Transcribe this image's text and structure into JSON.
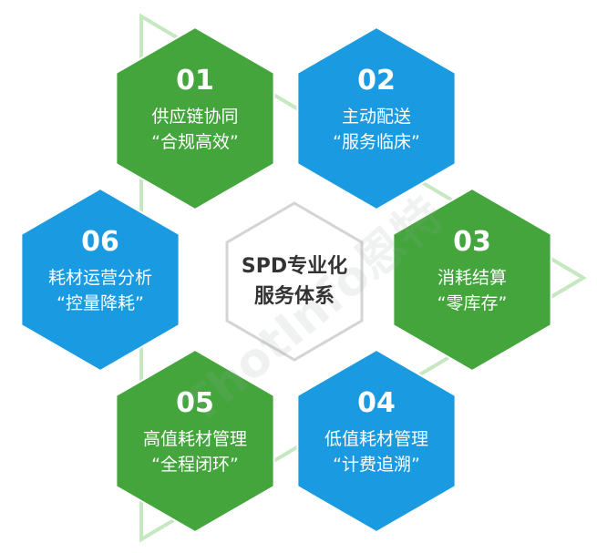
{
  "center": {
    "line1": "SPD专业化",
    "line2": "服务体系"
  },
  "watermark": "ThotInfo恩特",
  "colors": {
    "green": "#43a53c",
    "blue": "#1a9ae0",
    "triangle": "#c5e8c0",
    "center_stroke": "#d4d4d4"
  },
  "items": [
    {
      "num": "01",
      "line1": "供应链协同",
      "line2": "“合规高效”",
      "color": "green"
    },
    {
      "num": "02",
      "line1": "主动配送",
      "line2": "“服务临床”",
      "color": "blue"
    },
    {
      "num": "03",
      "line1": "消耗结算",
      "line2": "“零库存”",
      "color": "green"
    },
    {
      "num": "04",
      "line1": "低值耗材管理",
      "line2": "“计费追溯”",
      "color": "blue"
    },
    {
      "num": "05",
      "line1": "高值耗材管理",
      "line2": "“全程闭环”",
      "color": "green"
    },
    {
      "num": "06",
      "line1": "耗材运营分析",
      "line2": "“控量降耗”",
      "color": "blue"
    }
  ]
}
